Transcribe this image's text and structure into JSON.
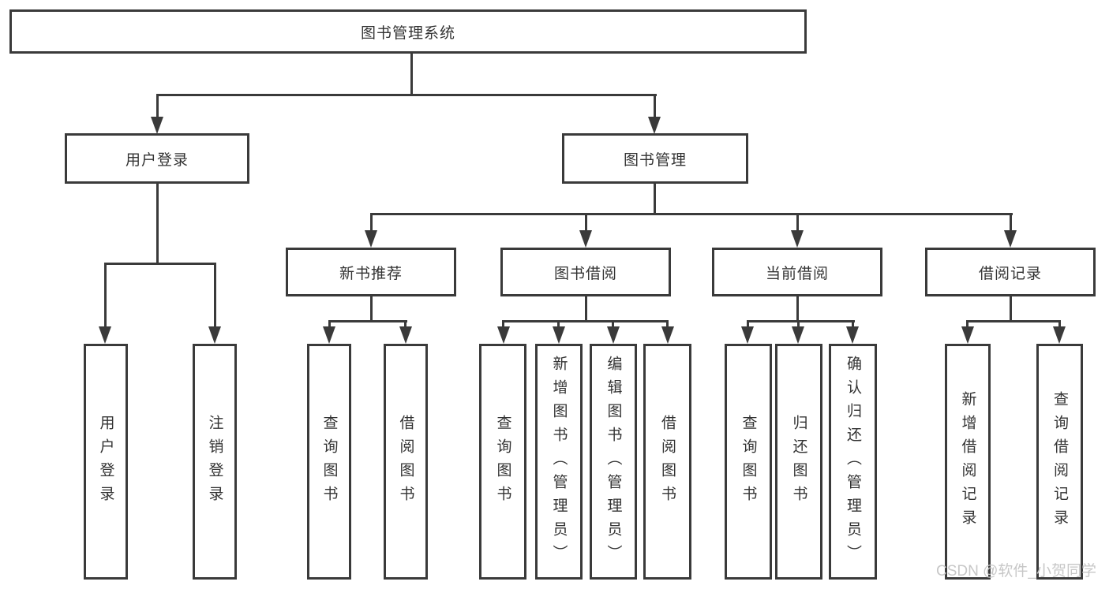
{
  "colors": {
    "line": "#3a3a3a",
    "text": "#333333",
    "watermark": "#c7c7c7",
    "background": "#ffffff"
  },
  "diagram": {
    "root": {
      "label": "图书管理系统"
    },
    "branches": [
      {
        "label": "用户登录",
        "leaves": [
          "用户登录",
          "注销登录"
        ]
      },
      {
        "label": "图书管理",
        "sections": [
          {
            "label": "新书推荐",
            "leaves": [
              "查询图书",
              "借阅图书"
            ]
          },
          {
            "label": "图书借阅",
            "leaves": [
              "查询图书",
              "新增图书（管理员）",
              "编辑图书（管理员）",
              "借阅图书"
            ]
          },
          {
            "label": "当前借阅",
            "leaves": [
              "查询图书",
              "归还图书",
              "确认归还（管理员）"
            ]
          },
          {
            "label": "借阅记录",
            "leaves": [
              "新增借阅记录",
              "查询借阅记录"
            ]
          }
        ]
      }
    ]
  },
  "watermark": {
    "text": "CSDN @软件_小贺同学"
  }
}
